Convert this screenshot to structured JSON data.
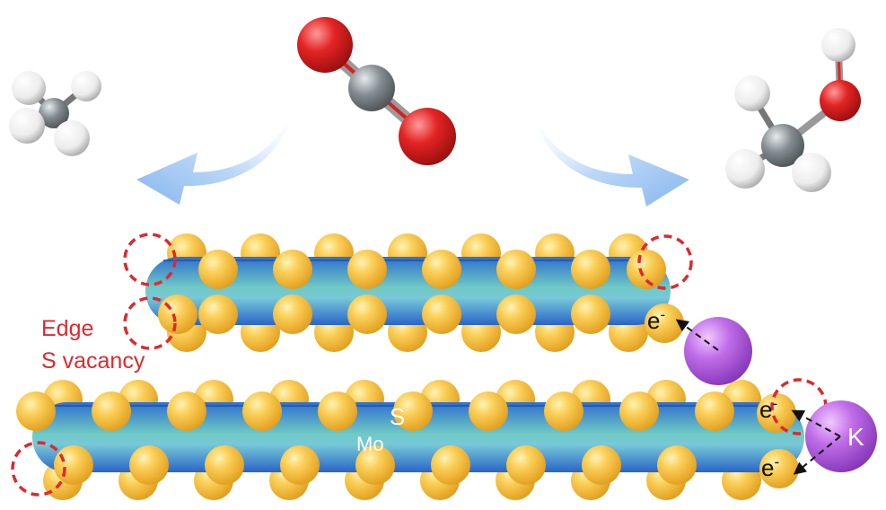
{
  "annotations": {
    "edge_line1": "Edge",
    "edge_line2": "S vacancy",
    "sulfur": "S",
    "molybdenum": "Mo",
    "potassium": "K",
    "electron": "e",
    "electron_sup": "-"
  },
  "colors": {
    "annotation_red": "#e0282e",
    "sulfur_atom": "#f2b531",
    "mo_layer": "#3d86d8",
    "potassium_atom": "#b458e0",
    "oxygen_atom": "#e02424",
    "carbon_atom": "#7d8589",
    "hydrogen_atom": "#f0f0f0",
    "arrow_fill": "#a9cdf5"
  },
  "molecules": [
    "CH4",
    "CO2",
    "CH3OH"
  ]
}
